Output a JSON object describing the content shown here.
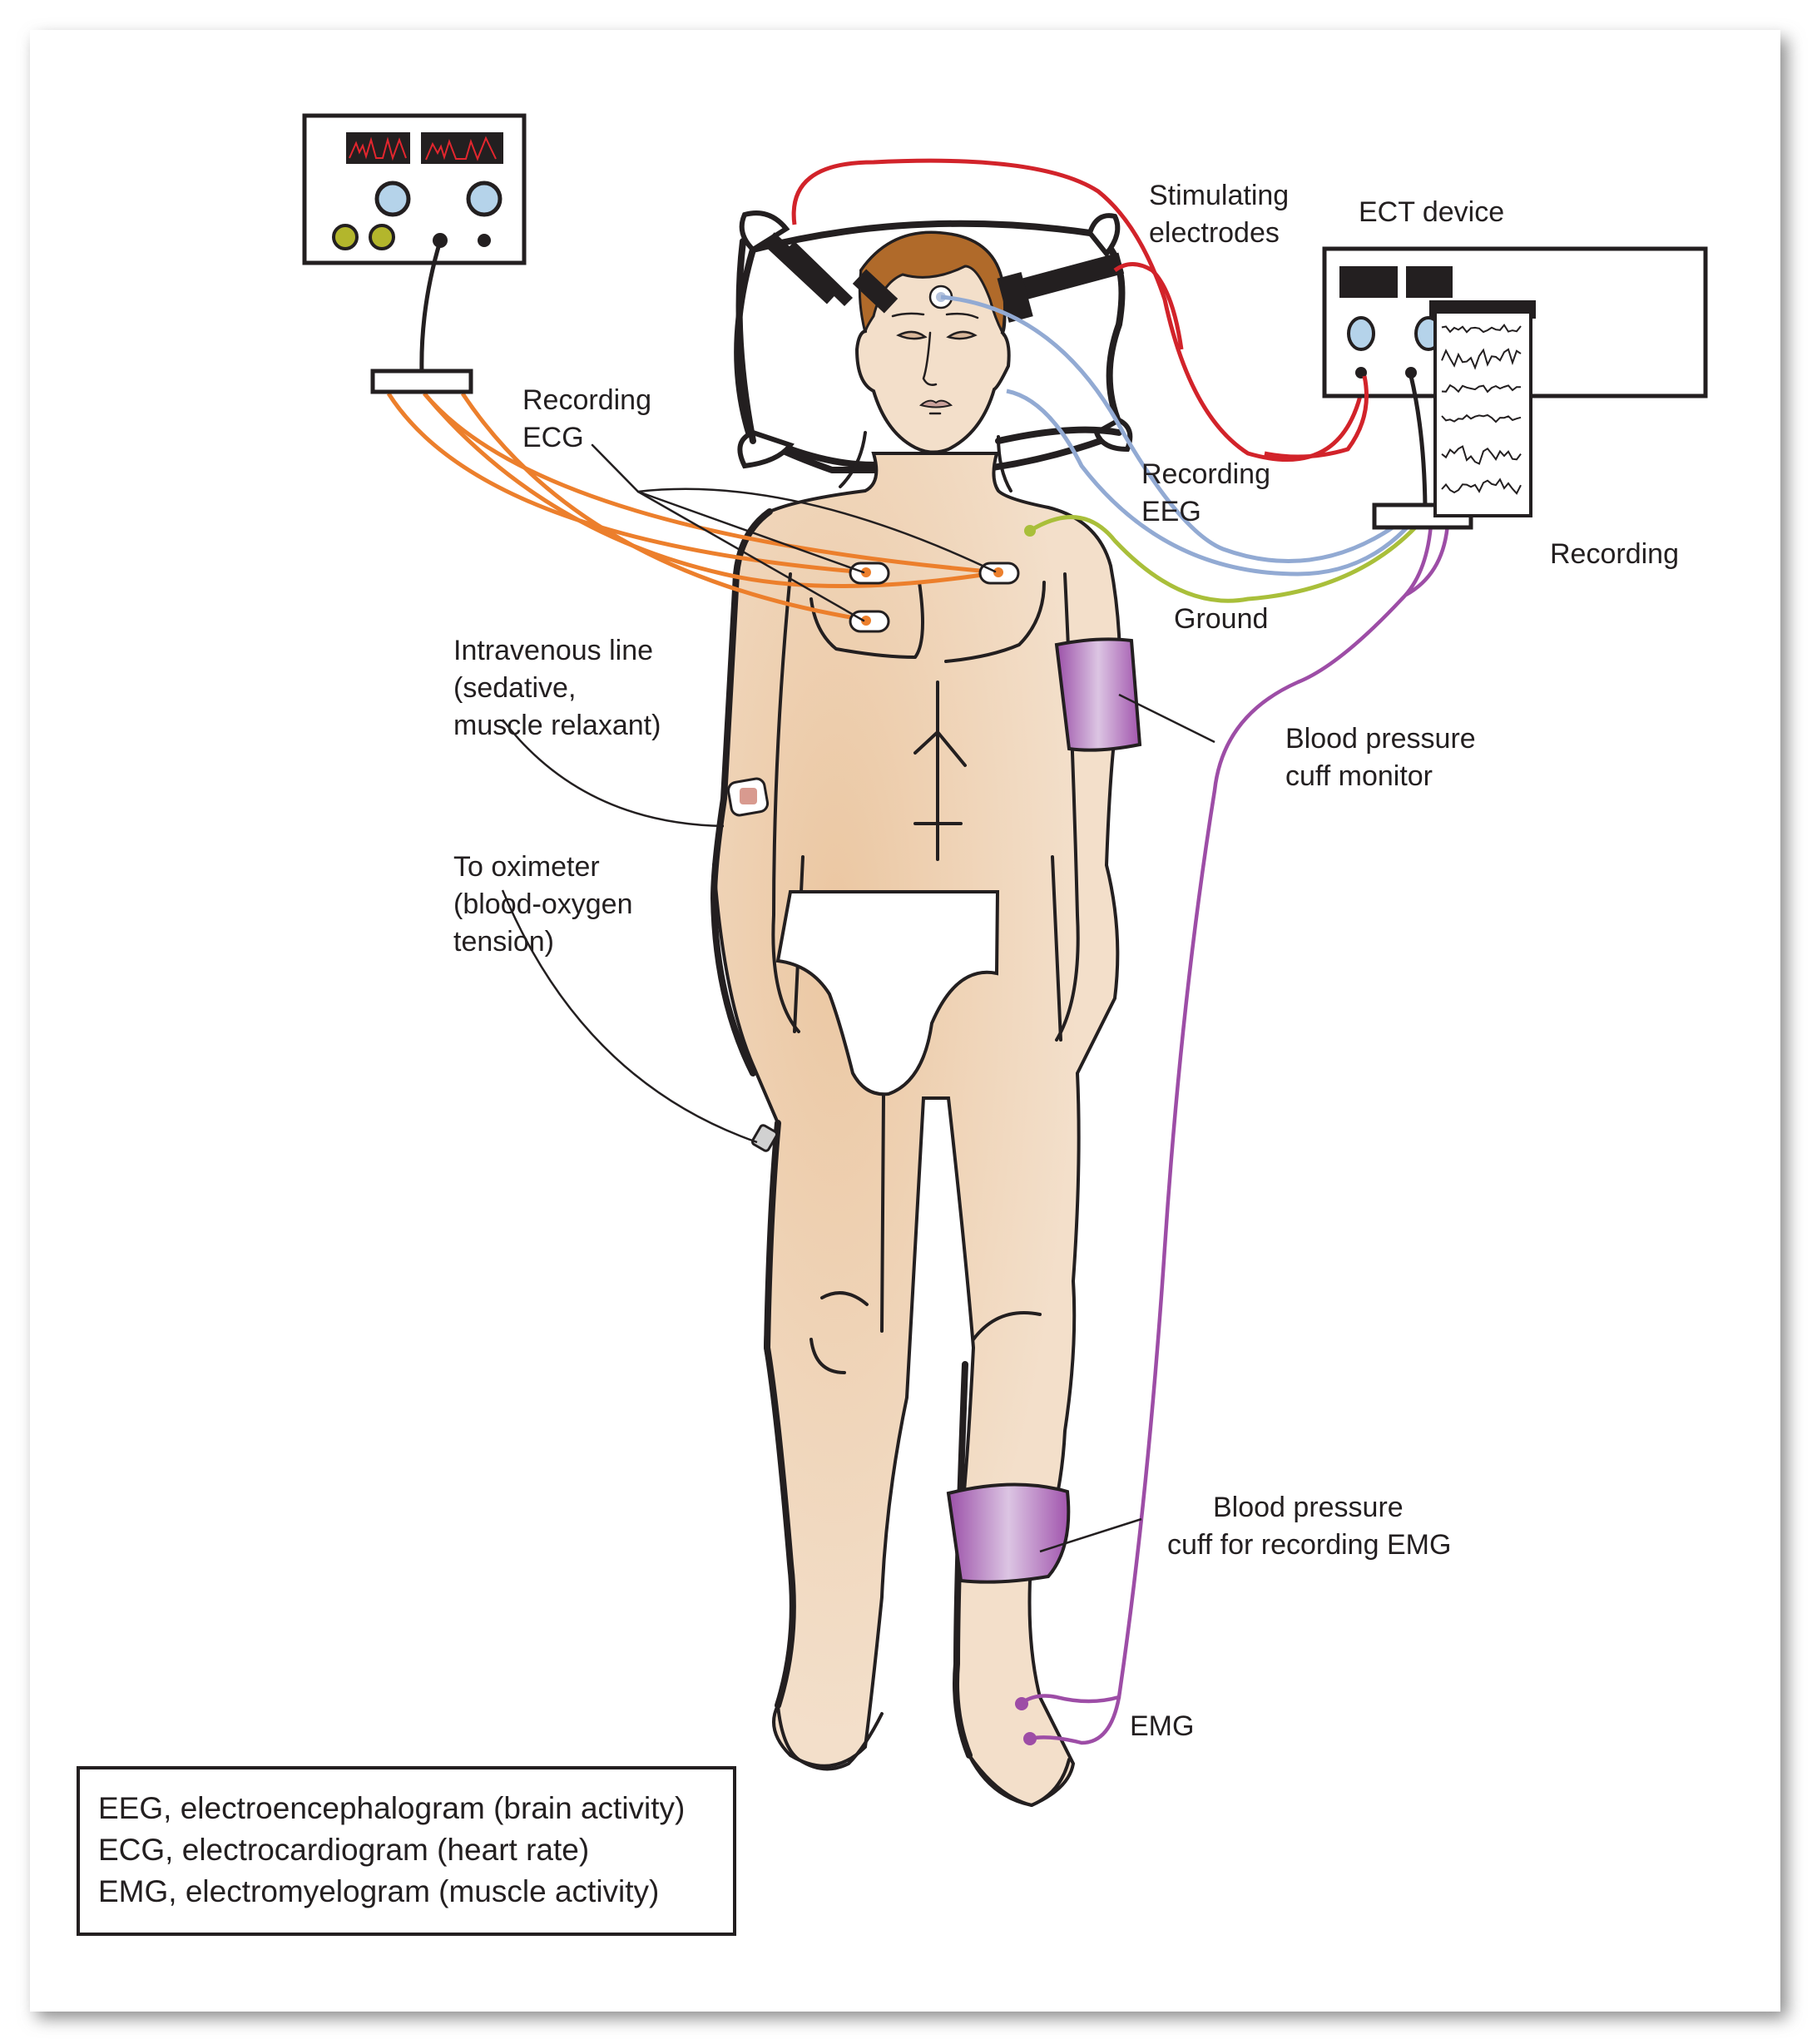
{
  "figure": {
    "title": "ECT procedure setup",
    "colors": {
      "skin": "#f3dfca",
      "skin_shade": "#e8c6a3",
      "hair": "#b06a2a",
      "ecg_wire": "#ec7f2c",
      "eeg_wire": "#92aad3",
      "ground_wire": "#a9bf3a",
      "stim_wire": "#d2232a",
      "emg_wire": "#9d4da6",
      "cuff": "#a55eb0",
      "knob": "#b5d3ea",
      "jack": "#b3b62c",
      "display_trace": "#e3262e"
    }
  },
  "labels": {
    "stimulating_electrodes": [
      "Stimulating",
      "electrodes"
    ],
    "ect_device": "ECT device",
    "recording_ecg": [
      "Recording",
      "ECG"
    ],
    "recording_eeg": [
      "Recording",
      "EEG"
    ],
    "recording": "Recording",
    "ground": "Ground",
    "iv_line": [
      "Intravenous line",
      "(sedative,",
      "muscle relaxant)"
    ],
    "oximeter": [
      "To oximeter",
      "(blood-oxygen",
      "tension)"
    ],
    "bp_cuff_monitor": [
      "Blood pressure",
      "cuff monitor"
    ],
    "bp_cuff_emg": [
      "Blood pressure",
      "cuff for recording EMG"
    ],
    "emg": "EMG"
  },
  "legend": {
    "items": [
      "EEG, electroencephalogram (brain activity)",
      "ECG, electrocardiogram (heart rate)",
      "EMG, electromyelogram (muscle activity)"
    ]
  },
  "devices": {
    "ecg_monitor": {
      "displays": 2,
      "knobs": 2,
      "jacks": 2
    },
    "ect_device": {
      "displays": 2,
      "knobs": 2,
      "jacks": 2,
      "recording_traces": 6
    }
  }
}
